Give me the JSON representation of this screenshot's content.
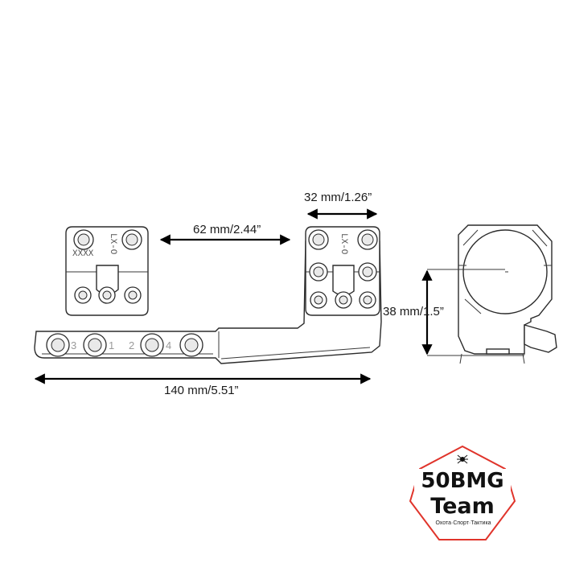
{
  "dimensions": {
    "ring_spacing": "62 mm/2.44”",
    "ring_width": "32 mm/1.26”",
    "ring_diameter": "38 mm/1.5”",
    "total_length": "140 mm/5.51”"
  },
  "base_labels": [
    "3",
    "1",
    "2",
    "4"
  ],
  "ring_marking_left": "XXXX",
  "ring_model_text": "LX-O",
  "logo": {
    "brand_line1": "50BMG",
    "brand_line2": "Team",
    "tagline": "Охота·Спорт·Тактика",
    "accent_color": "#e0342b"
  }
}
